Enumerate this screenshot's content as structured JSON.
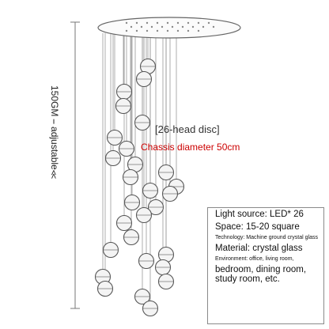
{
  "dimension_label": "150GM ⎯ adjustable≪",
  "head_label": "[26-head disc]",
  "chassis_label": "Chassis diameter 50cm",
  "colors": {
    "chassis_text": "#cc0000",
    "line": "#9a9a9a",
    "globe": "#555555",
    "box_border": "#8a8a8a"
  },
  "specs": {
    "light_source": "Light source: LED* 26",
    "space": "Space: 15-20 square",
    "technology": "Technology: Machine ground crystal glass",
    "material": "Material: crystal glass",
    "environment": "Environment: office, living room,",
    "rooms": "bedroom, dining room, study room, etc."
  }
}
